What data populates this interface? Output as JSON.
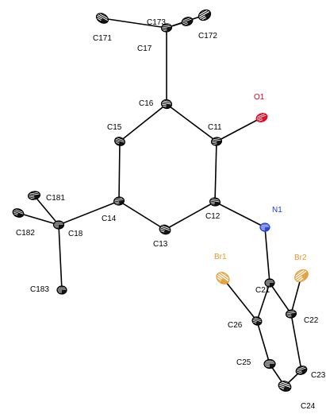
{
  "colors": {
    "carbon": "#000000",
    "oxygen": "#e0001a",
    "nitrogen": "#1d3dd6",
    "bromine": "#e59a2e",
    "background": "#ffffff"
  },
  "atoms": [
    {
      "id": "C171",
      "label": "C171",
      "element": "C"
    },
    {
      "id": "C173",
      "label": "C173",
      "element": "C"
    },
    {
      "id": "C172",
      "label": "C172",
      "element": "C"
    },
    {
      "id": "C17",
      "label": "C17",
      "element": "C"
    },
    {
      "id": "C16",
      "label": "C16",
      "element": "C"
    },
    {
      "id": "O1",
      "label": "O1",
      "element": "O"
    },
    {
      "id": "C15",
      "label": "C15",
      "element": "C"
    },
    {
      "id": "C11",
      "label": "C11",
      "element": "C"
    },
    {
      "id": "C181",
      "label": "C181",
      "element": "C"
    },
    {
      "id": "C182",
      "label": "C182",
      "element": "C"
    },
    {
      "id": "C18",
      "label": "C18",
      "element": "C"
    },
    {
      "id": "C14",
      "label": "C14",
      "element": "C"
    },
    {
      "id": "C12",
      "label": "C12",
      "element": "C"
    },
    {
      "id": "N1",
      "label": "N1",
      "element": "N"
    },
    {
      "id": "C13",
      "label": "C13",
      "element": "C"
    },
    {
      "id": "Br1",
      "label": "Br1",
      "element": "Br"
    },
    {
      "id": "Br2",
      "label": "Br2",
      "element": "Br"
    },
    {
      "id": "C183",
      "label": "C183",
      "element": "C"
    },
    {
      "id": "C21",
      "label": "C21",
      "element": "C"
    },
    {
      "id": "C26",
      "label": "C26",
      "element": "C"
    },
    {
      "id": "C22",
      "label": "C22",
      "element": "C"
    },
    {
      "id": "C25",
      "label": "C25",
      "element": "C"
    },
    {
      "id": "C23",
      "label": "C23",
      "element": "C"
    },
    {
      "id": "C24",
      "label": "C24",
      "element": "C"
    }
  ],
  "bonds": [
    [
      "C17",
      "C171"
    ],
    [
      "C17",
      "C172"
    ],
    [
      "C17",
      "C173"
    ],
    [
      "C17",
      "C16"
    ],
    [
      "C16",
      "C15"
    ],
    [
      "C16",
      "C11"
    ],
    [
      "C11",
      "O1"
    ],
    [
      "C11",
      "C12"
    ],
    [
      "C15",
      "C14"
    ],
    [
      "C14",
      "C13"
    ],
    [
      "C13",
      "C12"
    ],
    [
      "C12",
      "N1"
    ],
    [
      "C14",
      "C18"
    ],
    [
      "C18",
      "C181"
    ],
    [
      "C18",
      "C182"
    ],
    [
      "C18",
      "C183"
    ],
    [
      "N1",
      "C21"
    ],
    [
      "C21",
      "C26"
    ],
    [
      "C21",
      "C22"
    ],
    [
      "C26",
      "Br1"
    ],
    [
      "C22",
      "Br2"
    ],
    [
      "C22",
      "C23"
    ],
    [
      "C23",
      "C24"
    ],
    [
      "C24",
      "C25"
    ],
    [
      "C25",
      "C26"
    ]
  ]
}
